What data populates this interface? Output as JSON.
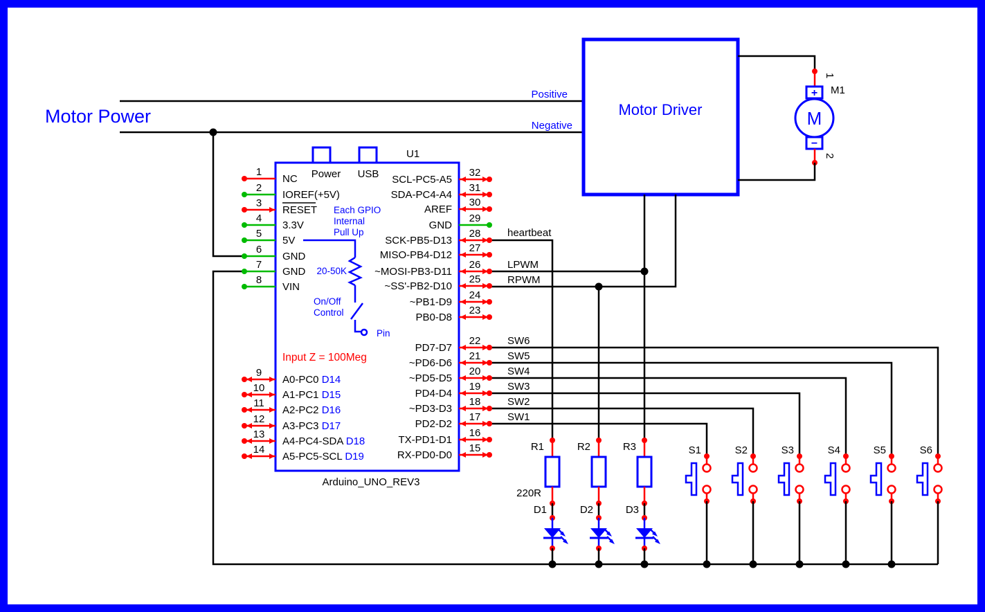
{
  "colors": {
    "blue": "#0000ff",
    "red": "#ff0000",
    "green": "#00bb00",
    "black": "#000000"
  },
  "title": "Motor Power",
  "motor_power": {
    "positive": "Positive",
    "negative": "Negative"
  },
  "motor_driver": {
    "label": "Motor Driver"
  },
  "motor": {
    "ref": "M1",
    "symbol": "M",
    "plus": "+",
    "minus": "−",
    "pin_top": "1",
    "pin_bottom": "2"
  },
  "chip": {
    "ref": "U1",
    "name": "Arduino_UNO_REV3",
    "top_connectors": {
      "power": "Power",
      "usb": "USB"
    },
    "annotations": {
      "gpio_note": [
        "Each GPIO",
        "Internal",
        "Pull Up"
      ],
      "pullup_value": "20-50K",
      "switch_note": [
        "On/Off",
        "Control"
      ],
      "pin_note": "Pin",
      "input_z": "Input Z = 100Meg"
    },
    "pins_left_top": [
      {
        "num": "1",
        "label": "NC"
      },
      {
        "num": "2",
        "label": "IOREF(+5V)"
      },
      {
        "num": "3",
        "label": "RESET"
      },
      {
        "num": "4",
        "label": "3.3V"
      },
      {
        "num": "5",
        "label": "5V"
      },
      {
        "num": "6",
        "label": "GND"
      },
      {
        "num": "7",
        "label": "GND"
      },
      {
        "num": "8",
        "label": "VIN"
      }
    ],
    "pins_left_bottom": [
      {
        "num": "9",
        "label": "A0-PC0",
        "alias": "D14"
      },
      {
        "num": "10",
        "label": "A1-PC1",
        "alias": "D15"
      },
      {
        "num": "11",
        "label": "A2-PC2",
        "alias": "D16"
      },
      {
        "num": "12",
        "label": "A3-PC3",
        "alias": "D17"
      },
      {
        "num": "13",
        "label": "A4-PC4-SDA",
        "alias": "D18"
      },
      {
        "num": "14",
        "label": "A5-PC5-SCL",
        "alias": "D19"
      }
    ],
    "pins_right": [
      {
        "num": "32",
        "label": "SCL-PC5-A5"
      },
      {
        "num": "31",
        "label": "SDA-PC4-A4"
      },
      {
        "num": "30",
        "label": "AREF"
      },
      {
        "num": "29",
        "label": "GND"
      },
      {
        "num": "28",
        "label": "SCK-PB5-D13"
      },
      {
        "num": "27",
        "label": "MISO-PB4-D12"
      },
      {
        "num": "26",
        "label": "~MOSI-PB3-D11"
      },
      {
        "num": "25",
        "label": "~SS'-PB2-D10"
      },
      {
        "num": "24",
        "label": "~PB1-D9"
      },
      {
        "num": "23",
        "label": "PB0-D8"
      },
      {
        "num": "22",
        "label": "PD7-D7"
      },
      {
        "num": "21",
        "label": "~PD6-D6"
      },
      {
        "num": "20",
        "label": "~PD5-D5"
      },
      {
        "num": "19",
        "label": "PD4-D4"
      },
      {
        "num": "18",
        "label": "~PD3-D3"
      },
      {
        "num": "17",
        "label": "PD2-D2"
      },
      {
        "num": "16",
        "label": "TX-PD1-D1"
      },
      {
        "num": "15",
        "label": "RX-PD0-D0"
      }
    ]
  },
  "nets": {
    "heartbeat": "heartbeat",
    "lpwm": "LPWM",
    "rpwm": "RPWM",
    "switch_nets": [
      "SW6",
      "SW5",
      "SW4",
      "SW3",
      "SW2",
      "SW1"
    ]
  },
  "indicators": {
    "resistor_refs": [
      "R1",
      "R2",
      "R3"
    ],
    "resistor_value": "220R",
    "led_refs": [
      "D1",
      "D2",
      "D3"
    ]
  },
  "switches": {
    "refs": [
      "S1",
      "S2",
      "S3",
      "S4",
      "S5",
      "S6"
    ]
  }
}
